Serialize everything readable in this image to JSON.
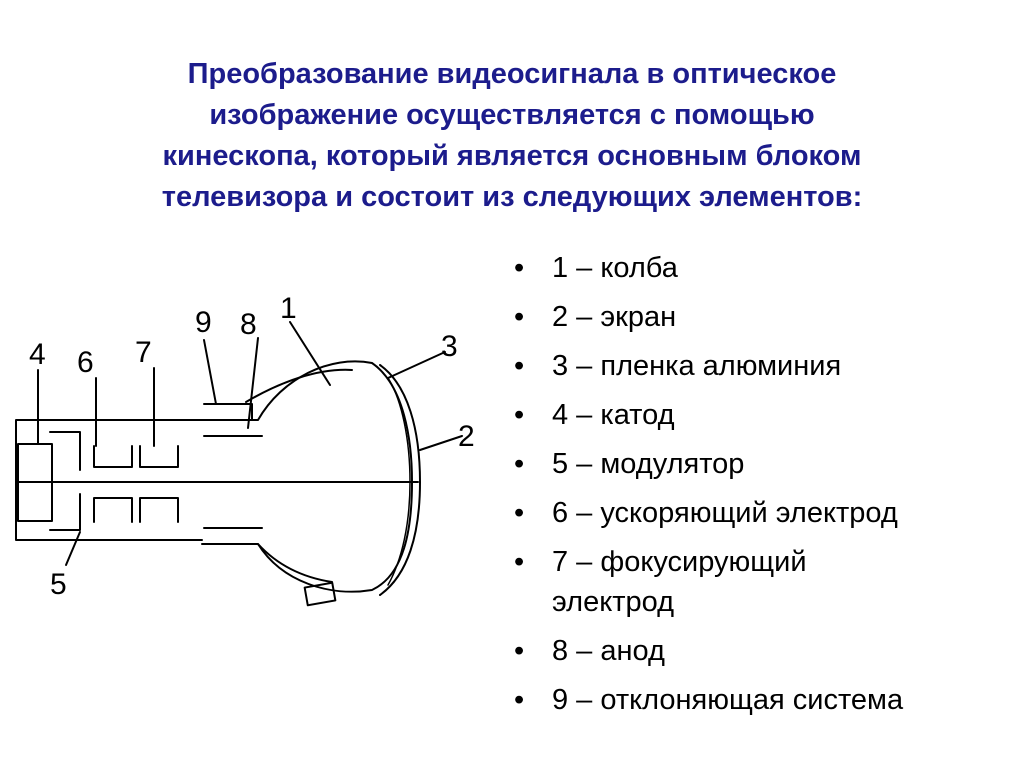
{
  "title": {
    "lines": [
      "Преобразование видеосигнала в оптическое",
      "изображение осуществляется с помощью",
      "кинескопа, который является основным блоком",
      "телевизора и состоит из следующих элементов:"
    ]
  },
  "legend": {
    "bullet": "•",
    "items": [
      {
        "lines": [
          "1 – колба"
        ]
      },
      {
        "lines": [
          "2 – экран"
        ]
      },
      {
        "lines": [
          "3 – пленка алюминия"
        ]
      },
      {
        "lines": [
          "4 – катод"
        ]
      },
      {
        "lines": [
          "5 – модулятор"
        ]
      },
      {
        "lines": [
          "6 – ускоряющий электрод"
        ]
      },
      {
        "lines": [
          "7 – фокусирующий",
          "электрод"
        ]
      },
      {
        "lines": [
          "8 – анод"
        ]
      },
      {
        "lines": [
          "9 – отклоняющая система"
        ]
      }
    ]
  },
  "diagram": {
    "labels": {
      "n1": "1",
      "n2": "2",
      "n3": "3",
      "n4": "4",
      "n5": "5",
      "n6": "6",
      "n7": "7",
      "n8": "8",
      "n9": "9"
    }
  }
}
